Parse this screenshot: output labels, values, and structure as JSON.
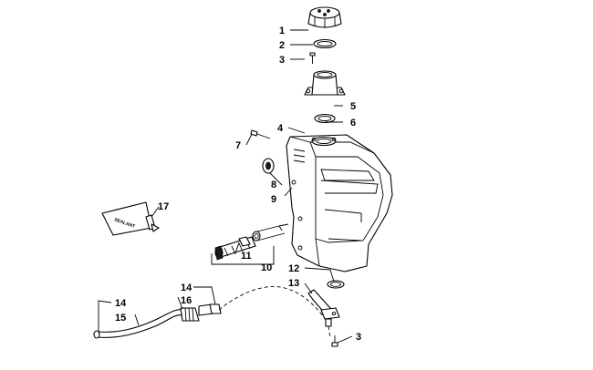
{
  "diagram": {
    "callouts": {
      "c1": "1",
      "c2": "2",
      "c3a": "3",
      "c4": "4",
      "c5": "5",
      "c6": "6",
      "c7": "7",
      "c8": "8",
      "c9": "9",
      "c10": "10",
      "c11": "11",
      "c12": "12",
      "c13": "13",
      "c3b": "3",
      "c14a": "14",
      "c14b": "14",
      "c15": "15",
      "c16": "16",
      "c17": "17"
    },
    "sealant_tube_text": "SEALANT"
  }
}
